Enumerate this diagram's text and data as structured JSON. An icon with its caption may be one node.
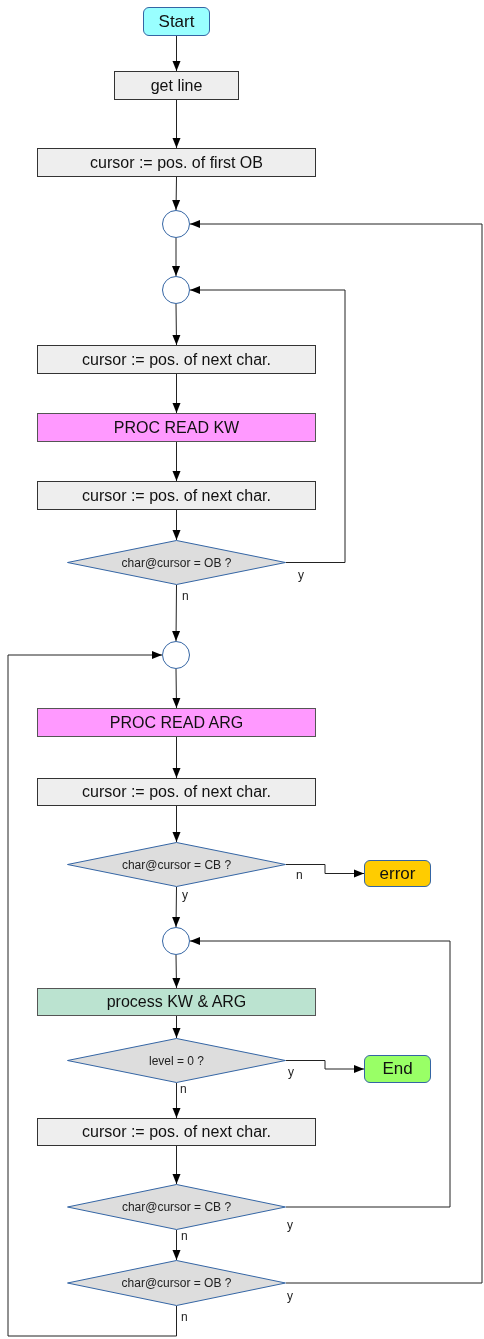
{
  "diagram": {
    "nodes": [
      {
        "text": [
          "Start"
        ]
      },
      {
        "text": [
          "get line"
        ]
      },
      {
        "text": [
          "cursor := pos. of first OB"
        ]
      },
      {
        "text": [],
        "shape": "circle"
      },
      {
        "text": [],
        "shape": "circle"
      },
      {
        "text": [
          "cursor := pos. of next char."
        ]
      },
      {
        "text": [
          "PROC READ KW"
        ]
      },
      {
        "text": [
          "cursor := pos. of next char."
        ]
      },
      {
        "text": [
          "char@cursor = OB ?"
        ]
      },
      {
        "text": [],
        "shape": "circle"
      },
      {
        "text": [
          "PROC READ ARG"
        ]
      },
      {
        "text": [
          "cursor := pos. of next char."
        ]
      },
      {
        "text": [
          "char@cursor = CB ?"
        ]
      },
      {
        "text": [
          "error"
        ]
      },
      {
        "text": [],
        "shape": "circle"
      },
      {
        "text": [
          "process KW & ARG"
        ]
      },
      {
        "text": [
          "level = 0 ?"
        ]
      },
      {
        "text": [
          "End"
        ]
      },
      {
        "text": [
          "cursor := pos. of next char."
        ]
      },
      {
        "text": [
          "char@cursor = CB ?"
        ]
      },
      {
        "text": [
          "char@cursor = OB ?"
        ]
      }
    ],
    "edges": [
      {
        "from": 0,
        "to": 1,
        "arrow": "to"
      },
      {
        "from": 1,
        "to": 2,
        "arrow": "to"
      },
      {
        "from": 2,
        "to": 3,
        "arrow": "to"
      },
      {
        "from": 3,
        "to": 4,
        "arrow": "to"
      },
      {
        "from": 4,
        "to": 5,
        "arrow": "to"
      },
      {
        "from": 5,
        "to": 6,
        "arrow": "to"
      },
      {
        "from": 6,
        "to": 7,
        "arrow": "to"
      },
      {
        "from": 7,
        "to": 8,
        "arrow": "to"
      },
      {
        "from": 8,
        "to": 4,
        "arrow": "to",
        "label": "y"
      },
      {
        "from": 8,
        "to": 9,
        "arrow": "to",
        "label": "n"
      },
      {
        "from": 9,
        "to": 10,
        "arrow": "to"
      },
      {
        "from": 10,
        "to": 11,
        "arrow": "to"
      },
      {
        "from": 11,
        "to": 12,
        "arrow": "to"
      },
      {
        "from": 12,
        "to": 13,
        "arrow": "to",
        "label": "n"
      },
      {
        "from": 12,
        "to": 14,
        "arrow": "to",
        "label": "y"
      },
      {
        "from": 14,
        "to": 15,
        "arrow": "to"
      },
      {
        "from": 15,
        "to": 16,
        "arrow": "to"
      },
      {
        "from": 16,
        "to": 17,
        "arrow": "to",
        "label": "y"
      },
      {
        "from": 16,
        "to": 18,
        "arrow": "to",
        "label": "n"
      },
      {
        "from": 18,
        "to": 19,
        "arrow": "to"
      },
      {
        "from": 19,
        "to": 14,
        "arrow": "to",
        "label": "y"
      },
      {
        "from": 19,
        "to": 20,
        "arrow": "to",
        "label": "n"
      },
      {
        "from": 20,
        "to": 3,
        "arrow": "to",
        "label": "y"
      },
      {
        "from": 20,
        "to": 9,
        "arrow": "to",
        "label": "n"
      }
    ]
  }
}
